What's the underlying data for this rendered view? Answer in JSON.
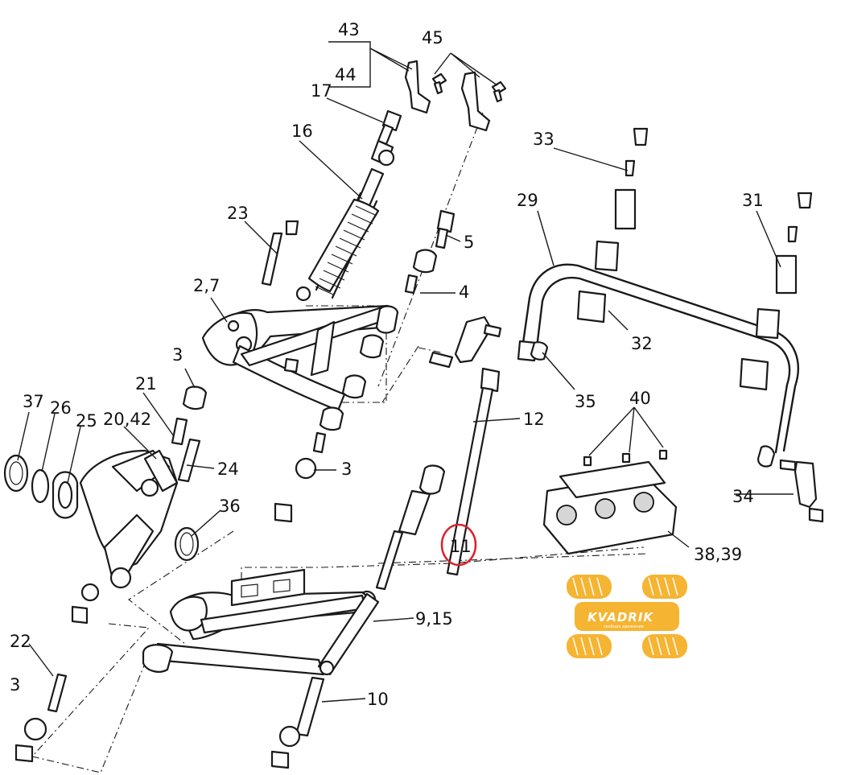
{
  "labels": {
    "l43": "43",
    "l44": "44",
    "l45": "45",
    "l17": "17",
    "l16": "16",
    "l23": "23",
    "l5": "5",
    "l4": "4",
    "l27": "2,7",
    "l3a": "3",
    "l33": "33",
    "l29": "29",
    "l31": "31",
    "l32": "32",
    "l35": "35",
    "l12": "12",
    "l21": "21",
    "l37": "37",
    "l26": "26",
    "l25": "25",
    "l2042": "20,42",
    "l24": "24",
    "l3b": "3",
    "l36": "36",
    "l40": "40",
    "l34": "34",
    "l11": "11",
    "l3839": "38,39",
    "l915": "9,15",
    "l22": "22",
    "l3c": "3",
    "l10": "10"
  },
  "highlight": {
    "color": "#d9232d"
  },
  "watermark": {
    "text": "KVADRIK",
    "tagline": "свобода движения",
    "color": "#f5b432"
  }
}
